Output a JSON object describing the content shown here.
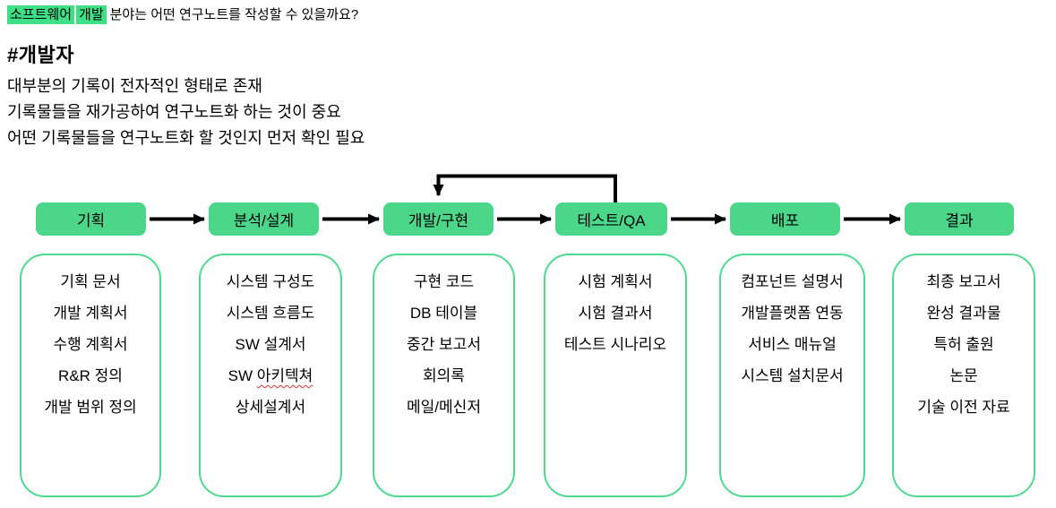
{
  "header": {
    "highlighted_words": [
      "소프트웨어",
      "개발"
    ],
    "title_rest": "분야는 어떤 연구노트를 작성할 수 있을까요?",
    "heading": "#개발자",
    "intro_lines": [
      "대부분의 기록이 전자적인 형태로 존재",
      "기록물들을 재가공하여 연구노트화 하는 것이 중요",
      "어떤 기록물들을 연구노트화 할 것인지 먼저 확인 필요"
    ]
  },
  "flow": {
    "stages": [
      {
        "label": "기획",
        "items": [
          "기획 문서",
          "개발 계획서",
          "수행 계획서",
          "R&R 정의",
          "개발 범위 정의"
        ]
      },
      {
        "label": "분석/설계",
        "items": [
          "시스템 구성도",
          "시스템 흐름도",
          "SW 설계서",
          "SW 아키텍쳐",
          "상세설계서"
        ]
      },
      {
        "label": "개발/구현",
        "items": [
          "구현 코드",
          "DB 테이블",
          "중간 보고서",
          "회의록",
          "메일/메신저"
        ]
      },
      {
        "label": "테스트/QA",
        "items": [
          "시험 계획서",
          "시험 결과서",
          "테스트 시나리오"
        ]
      },
      {
        "label": "배포",
        "items": [
          "컴포넌트 설명서",
          "개발플랫폼 연동",
          "서비스 매뉴얼",
          "시스템 설치문서"
        ]
      },
      {
        "label": "결과",
        "items": [
          "최종 보고서",
          "완성 결과물",
          "특허 출원",
          "논문",
          "기술 이전 자료"
        ]
      }
    ],
    "spellcheck_item": {
      "prefix": "SW ",
      "underlined": "아키텍쳐"
    },
    "arrows": {
      "forward": [
        "기획→분석/설계",
        "분석/설계→개발/구현",
        "개발/구현→테스트/QA",
        "테스트/QA→배포",
        "배포→결과"
      ],
      "feedback": {
        "from": "테스트/QA",
        "to": "개발/구현"
      }
    }
  },
  "colors": {
    "stage_fill": "#4CD689",
    "title_highlight": "#3FE085",
    "container_border": "#4EDA8E",
    "arrow": "#000000",
    "spellcheck_underline": "#E03131"
  }
}
